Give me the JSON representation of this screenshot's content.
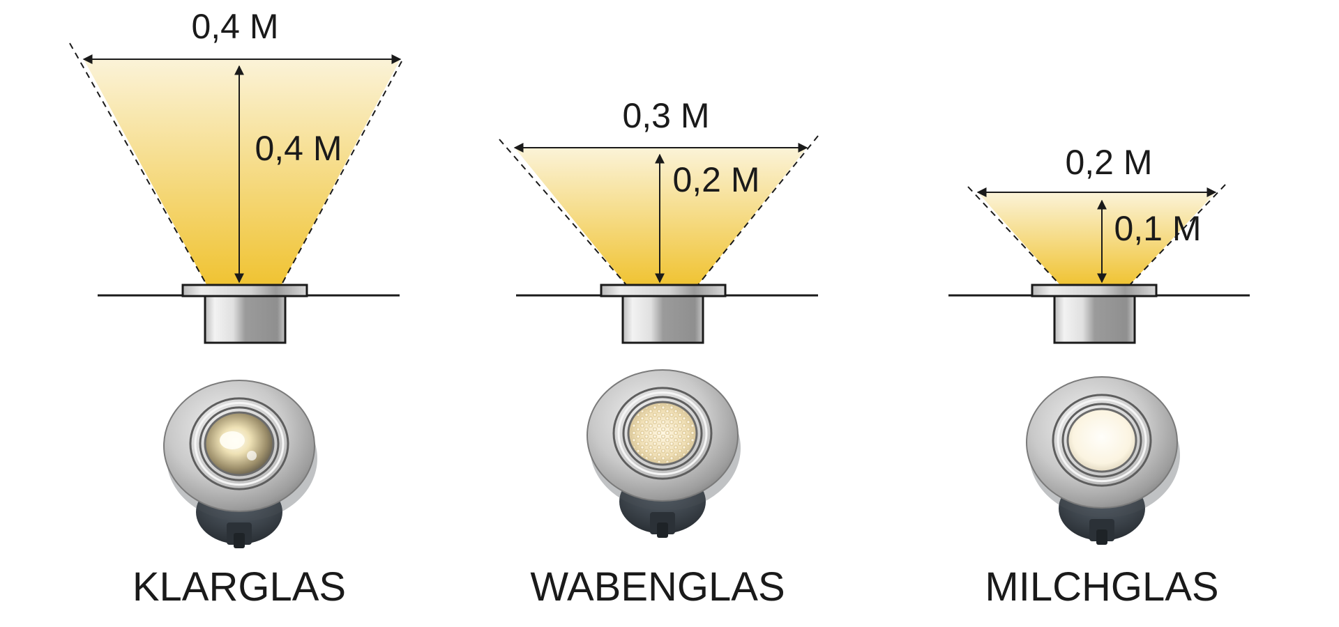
{
  "lights": [
    {
      "id": "klarglas",
      "name": "KLARGLAS",
      "width_label": "0,4 M",
      "height_label": "0,4 M",
      "glass": "clear"
    },
    {
      "id": "wabenglas",
      "name": "WABENGLAS",
      "width_label": "0,3 M",
      "height_label": "0,2 M",
      "glass": "honeycomb"
    },
    {
      "id": "milchglas",
      "name": "MILCHGLAS",
      "width_label": "0,2 M",
      "height_label": "0,1 M",
      "glass": "frosted"
    }
  ],
  "colors": {
    "beam_top": "#fbf3d8",
    "beam_bottom": "#f0c332",
    "line": "#1a1a1a",
    "steel_light": "#e6e6e6",
    "steel_dark": "#8c8c8c",
    "housing": "#3a4148"
  }
}
